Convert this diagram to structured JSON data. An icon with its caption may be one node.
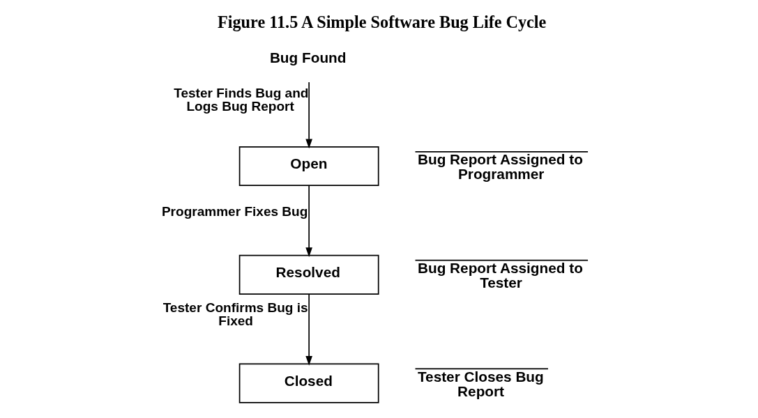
{
  "diagram": {
    "title": "Figure 11.5 A Simple Software Bug Life Cycle",
    "nodes": [
      {
        "text": [
          "Bug Found"
        ]
      },
      {
        "text": [
          "Open"
        ],
        "beside": [
          "Bug Report Assigned to Programmer"
        ]
      },
      {
        "text": [
          "Resolved"
        ],
        "beside": [
          "Bug Report Assigned to Tester"
        ]
      },
      {
        "text": [
          "Closed"
        ],
        "beside": [
          "Tester Closes Bug Report"
        ]
      }
    ],
    "edges": [
      {
        "from": 0,
        "to": 1,
        "arrow": "to",
        "label": "Tester Finds Bug and Logs Bug Report"
      },
      {
        "from": 1,
        "to": 2,
        "arrow": "to",
        "label": "Programmer Fixes Bug"
      },
      {
        "from": 2,
        "to": 3,
        "arrow": "to",
        "label": "Tester Confirms Bug is Fixed"
      }
    ]
  }
}
